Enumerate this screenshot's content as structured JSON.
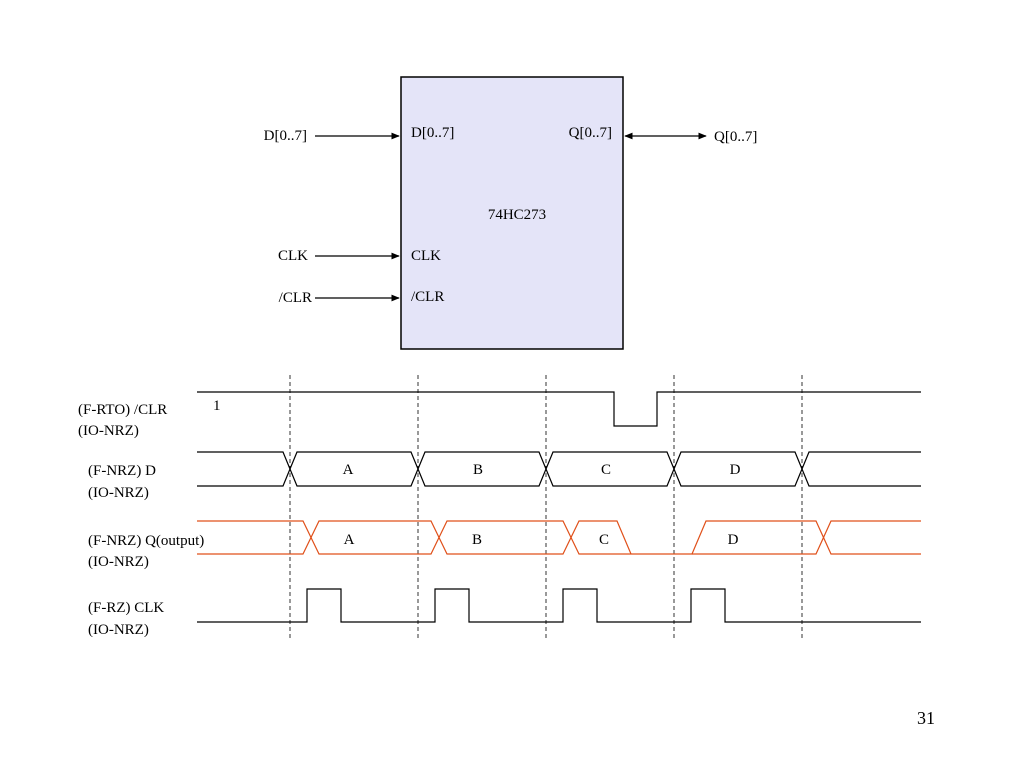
{
  "chip": {
    "name": "74HC273",
    "fill": "#e4e4f8",
    "pins_left": [
      "D[0..7]",
      "CLK",
      "/CLR"
    ],
    "pin_right": "Q[0..7]"
  },
  "external": {
    "d_in": "D[0..7]",
    "clk_in": "CLK",
    "clr_in": "/CLR",
    "q_out": "Q[0..7]"
  },
  "timing": {
    "clr_row": {
      "line1": "(F-RTO)  /CLR",
      "line2": "(IO-NRZ)",
      "initial": "1"
    },
    "d_row": {
      "line1": "(F-NRZ)  D",
      "line2": "(IO-NRZ)",
      "values": [
        "A",
        "B",
        "C",
        "D"
      ]
    },
    "q_row": {
      "line1": "(F-NRZ)  Q(output)",
      "line2": "(IO-NRZ)",
      "values": [
        "A",
        "B",
        "C",
        "D"
      ],
      "color": "#e0501a"
    },
    "clk_row": {
      "line1": "(F-RZ)  CLK",
      "line2": "(IO-NRZ)"
    }
  },
  "page_number": "31"
}
